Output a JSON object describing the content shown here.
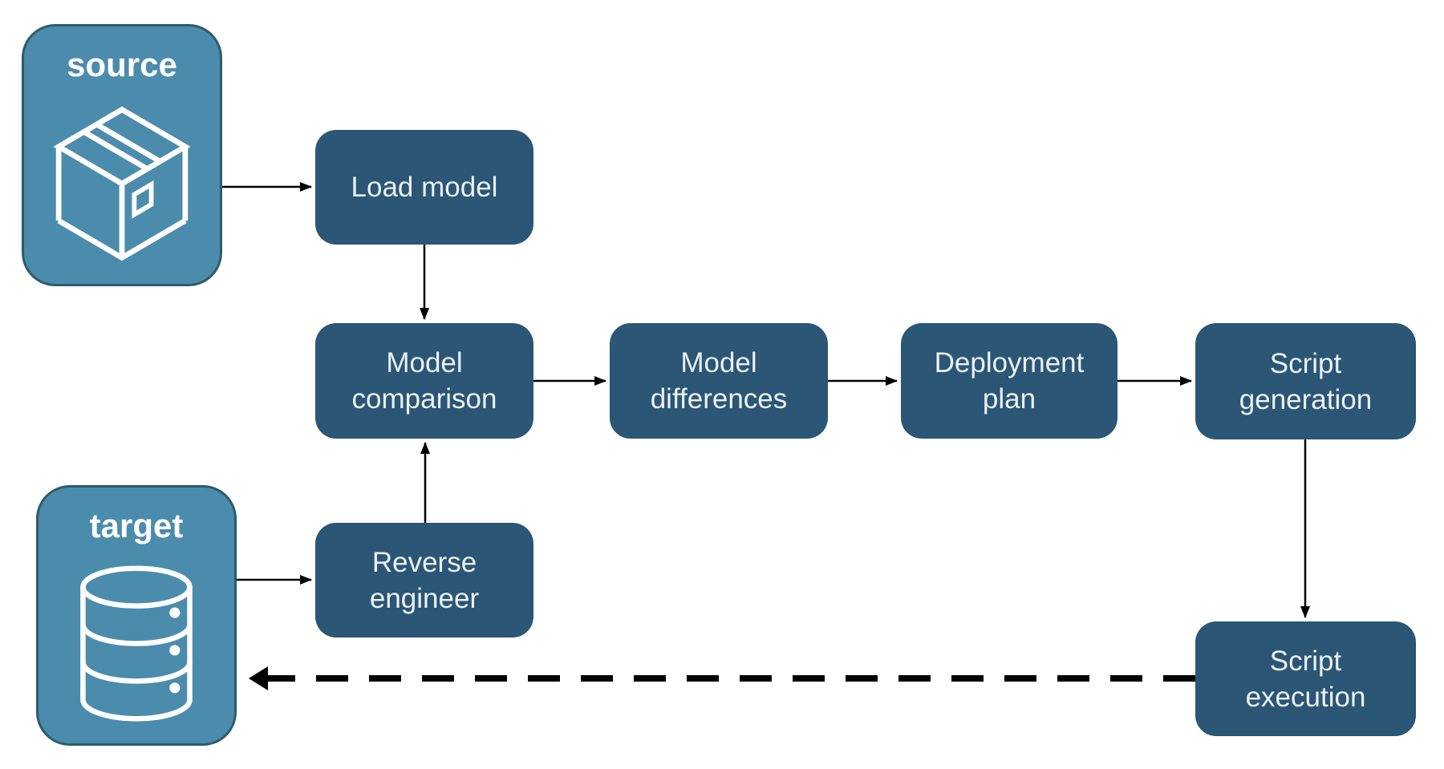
{
  "diagram": {
    "description": "Database deployment pipeline flowchart",
    "colors": {
      "step_fill": "#2b5675",
      "entity_fill": "#4b8cac",
      "entity_border": "#2d5c6b",
      "step_text": "#ecf1f5",
      "entity_text": "#ffffff",
      "arrow": "#000000",
      "background": "#ffffff"
    },
    "entities": {
      "source": {
        "label": "source",
        "icon": "package-icon"
      },
      "target": {
        "label": "target",
        "icon": "database-icon"
      }
    },
    "steps": {
      "load_model": {
        "lines": [
          "Load model"
        ]
      },
      "model_comparison": {
        "lines": [
          "Model",
          "comparison"
        ]
      },
      "model_differences": {
        "lines": [
          "Model",
          "differences"
        ]
      },
      "deployment_plan": {
        "lines": [
          "Deployment",
          "plan"
        ]
      },
      "script_generation": {
        "lines": [
          "Script",
          "generation"
        ]
      },
      "reverse_engineer": {
        "lines": [
          "Reverse",
          "engineer"
        ]
      },
      "script_execution": {
        "lines": [
          "Script",
          "execution"
        ]
      }
    },
    "connections": [
      {
        "from": "source",
        "to": "load_model",
        "style": "solid"
      },
      {
        "from": "load_model",
        "to": "model_comparison",
        "style": "solid"
      },
      {
        "from": "model_comparison",
        "to": "model_differences",
        "style": "solid"
      },
      {
        "from": "model_differences",
        "to": "deployment_plan",
        "style": "solid"
      },
      {
        "from": "deployment_plan",
        "to": "script_generation",
        "style": "solid"
      },
      {
        "from": "script_generation",
        "to": "script_execution",
        "style": "solid"
      },
      {
        "from": "target",
        "to": "reverse_engineer",
        "style": "solid"
      },
      {
        "from": "reverse_engineer",
        "to": "model_comparison",
        "style": "solid"
      },
      {
        "from": "script_execution",
        "to": "target",
        "style": "dashed"
      }
    ]
  }
}
